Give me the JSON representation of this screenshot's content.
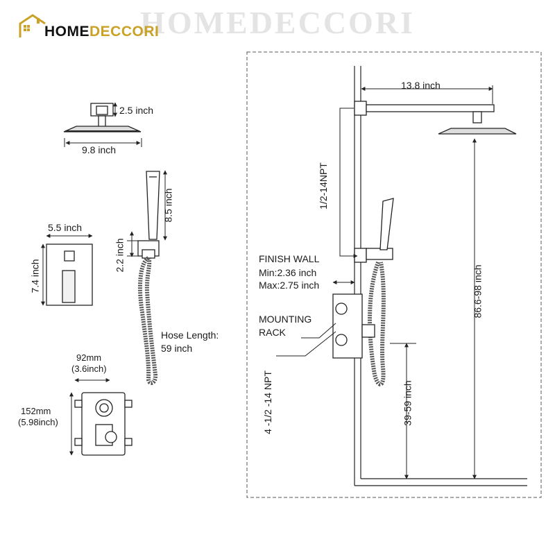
{
  "brand": {
    "logo_text_dark": "HOME",
    "logo_text_accent": "DECCORI",
    "watermark": "HOMEDECCORI",
    "accent_color": "#c9a227"
  },
  "labels": {
    "showerhead_height": "2.5 inch",
    "showerhead_width": "9.8 inch",
    "handshower_length": "8.5 inch",
    "holder_height": "2.2 inch",
    "plate_width": "5.5 inch",
    "plate_height": "7.4 inch",
    "hose_length_title": "Hose Length:",
    "hose_length_value": "59 inch",
    "valve_width_mm": "92mm",
    "valve_width_in": "(3.6inch)",
    "valve_height_mm": "152mm",
    "valve_height_in": "(5.98inch)",
    "arm_length": "13.8 inch",
    "arm_thread": "1/2-14NPT",
    "finish_wall_title": "FINISH WALL",
    "finish_wall_min": "Min:2.36 inch",
    "finish_wall_max": "Max:2.75 inch",
    "mounting_rack_1": "MOUNTING",
    "mounting_rack_2": "RACK",
    "valve_thread": "4 -1/2 -14 NPT",
    "outlet_height": "39-59 inch",
    "head_height": "86.6-98 inch"
  }
}
